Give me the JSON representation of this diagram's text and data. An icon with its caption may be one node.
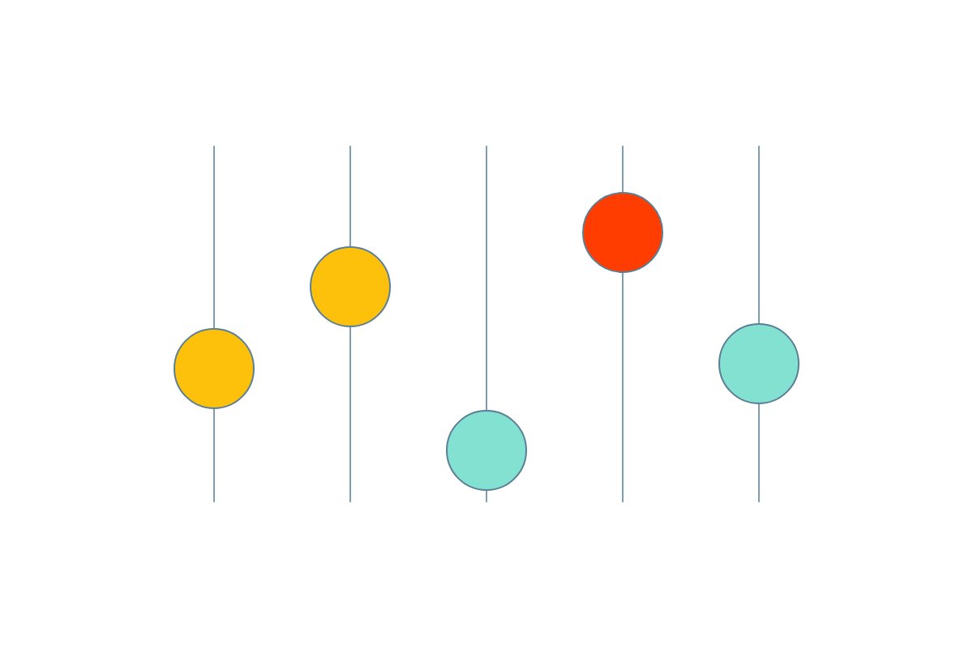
{
  "diagram": {
    "nodes": [
      {
        "text": [],
        "shape": "circle"
      },
      {
        "text": [],
        "shape": "circle"
      },
      {
        "text": [],
        "shape": "circle"
      },
      {
        "text": [],
        "shape": "circle"
      },
      {
        "text": [],
        "shape": "circle"
      }
    ]
  }
}
